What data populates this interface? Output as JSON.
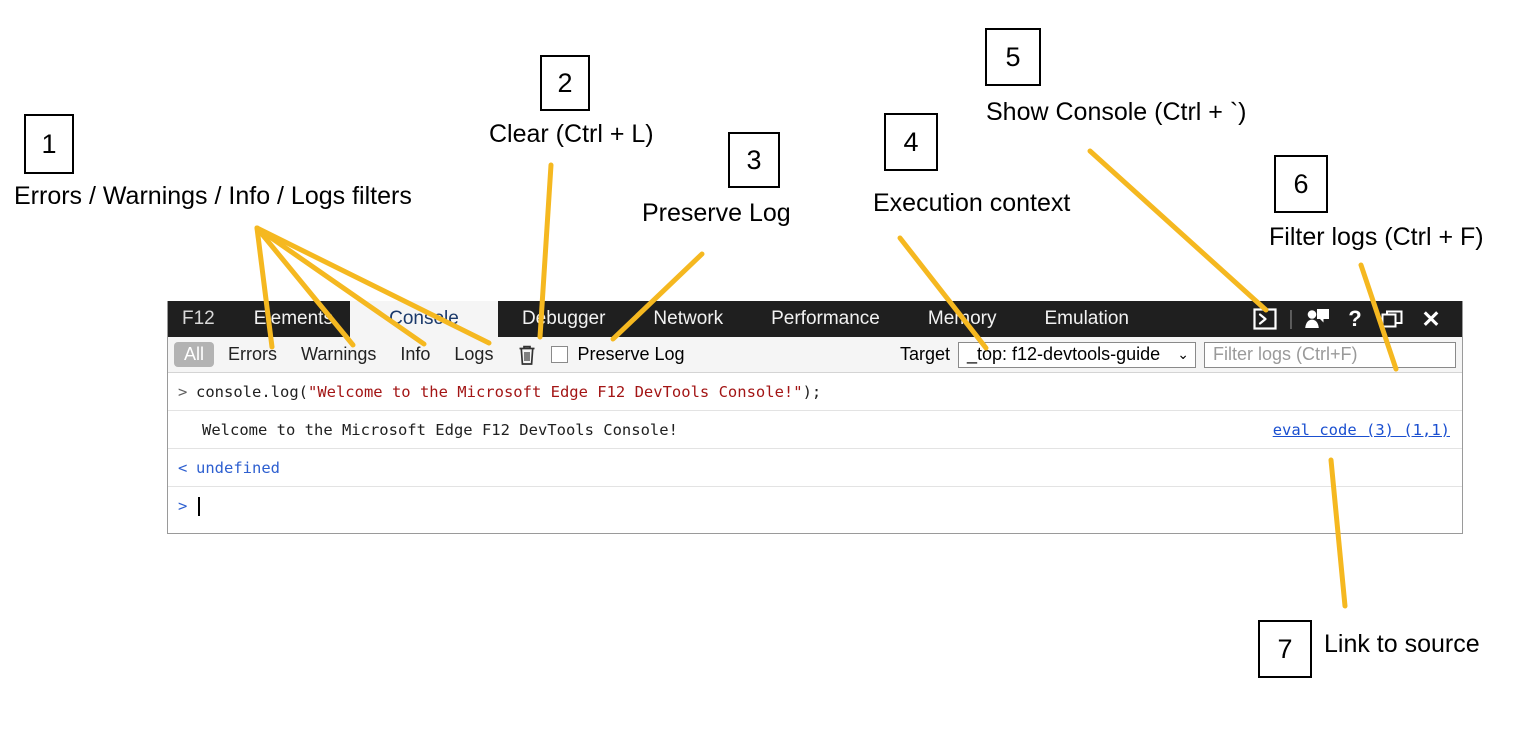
{
  "devtools": {
    "tabs": [
      {
        "label": "F12",
        "active": false,
        "brand": true
      },
      {
        "label": "Elements",
        "active": false
      },
      {
        "label": "Console",
        "active": true
      },
      {
        "label": "Debugger",
        "active": false
      },
      {
        "label": "Network",
        "active": false
      },
      {
        "label": "Performance",
        "active": false
      },
      {
        "label": "Memory",
        "active": false
      },
      {
        "label": "Emulation",
        "active": false
      }
    ],
    "tool_icons": [
      {
        "name": "show-console-icon",
        "glyph": "console"
      },
      {
        "name": "separator",
        "glyph": "sep"
      },
      {
        "name": "feedback-icon",
        "glyph": "feedback"
      },
      {
        "name": "help-icon",
        "glyph": "help"
      },
      {
        "name": "undock-icon",
        "glyph": "undock"
      },
      {
        "name": "close-icon",
        "glyph": "close"
      }
    ],
    "filterbar": {
      "filters": [
        {
          "label": "All",
          "selected": true
        },
        {
          "label": "Errors",
          "selected": false
        },
        {
          "label": "Warnings",
          "selected": false
        },
        {
          "label": "Info",
          "selected": false
        },
        {
          "label": "Logs",
          "selected": false
        }
      ],
      "clear_icon": "trash-icon",
      "preserve_log_label": "Preserve Log",
      "preserve_log_checked": false,
      "target_label": "Target",
      "target_value": "_top: f12-devtools-guide",
      "filter_placeholder": "Filter logs (Ctrl+F)"
    },
    "console": {
      "input_line": {
        "caret": ">",
        "code_prefix": "console.log(",
        "code_string": "\"Welcome to the Microsoft Edge F12 DevTools Console!\"",
        "code_suffix": ");"
      },
      "output_line": {
        "text": "Welcome to the Microsoft Edge F12 DevTools Console!",
        "source_link": "eval code (3) (1,1)"
      },
      "result_line": {
        "caret": "<",
        "value": "undefined"
      },
      "prompt_line": {
        "caret": ">"
      }
    }
  },
  "annotations": {
    "line_color": "#F5B820",
    "items": [
      {
        "number": "1",
        "label": "Errors / Warnings / Info / Logs filters"
      },
      {
        "number": "2",
        "label": "Clear (Ctrl + L)"
      },
      {
        "number": "3",
        "label": "Preserve Log"
      },
      {
        "number": "4",
        "label": "Execution context"
      },
      {
        "number": "5",
        "label": "Show Console (Ctrl + `)"
      },
      {
        "number": "6",
        "label": "Filter logs (Ctrl + F)"
      },
      {
        "number": "7",
        "label": "Link to source"
      }
    ]
  }
}
